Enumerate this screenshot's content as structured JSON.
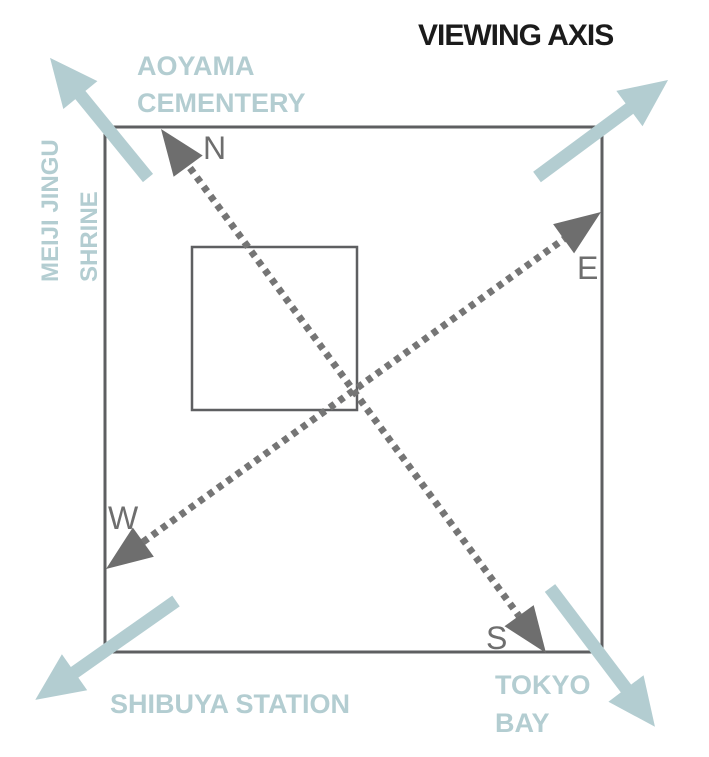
{
  "title": "VIEWING AXIS",
  "colors": {
    "teal": "#b3cdd1",
    "arrow_gray": "#6e6e6e",
    "dotted_gray": "#757575",
    "square_gray": "#5e5f61",
    "title_black": "#1b1b1b"
  },
  "landmarks": {
    "aoyama": {
      "line1": "AOYAMA",
      "line2": "CEMENTERY"
    },
    "meiji": {
      "line1": "MEIJI JINGU",
      "line2": "SHRINE"
    },
    "shibuya": {
      "label": "SHIBUYA STATION"
    },
    "tokyo": {
      "line1": "TOKYO",
      "line2": "BAY"
    }
  },
  "compass": {
    "north": "N",
    "east": "E",
    "south": "S",
    "west": "W"
  },
  "icons": {
    "viewing_arrows": [
      "arrow-northwest",
      "arrow-northeast",
      "arrow-southwest",
      "arrow-southeast"
    ],
    "axis_arrowheads": [
      "north-arrowhead",
      "east-arrowhead",
      "south-arrowhead",
      "west-arrowhead"
    ]
  }
}
